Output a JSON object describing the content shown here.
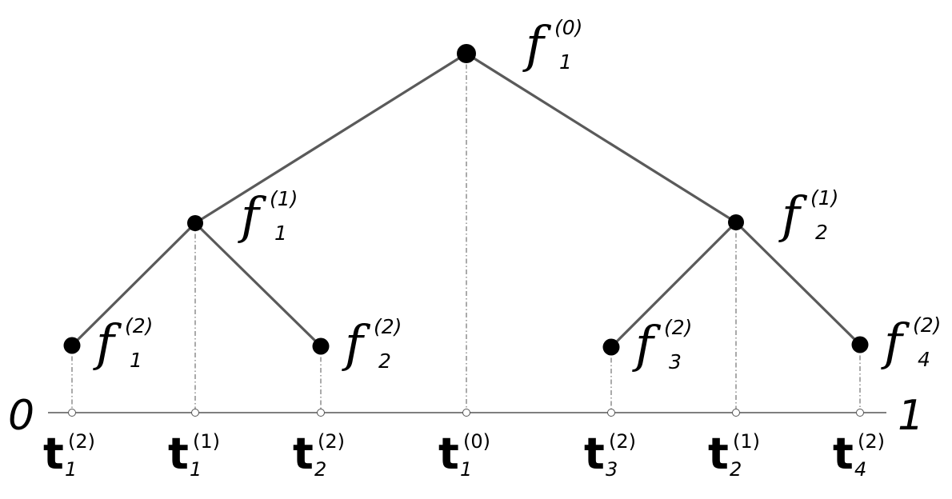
{
  "axis": {
    "start_label": "0",
    "end_label": "1"
  },
  "nodes": [
    {
      "id": "f0_1",
      "level": 0,
      "symbol": "f",
      "sup": "(0)",
      "sub": "1"
    },
    {
      "id": "f1_1",
      "level": 1,
      "symbol": "f",
      "sup": "(1)",
      "sub": "1"
    },
    {
      "id": "f1_2",
      "level": 1,
      "symbol": "f",
      "sup": "(1)",
      "sub": "2"
    },
    {
      "id": "f2_1",
      "level": 2,
      "symbol": "f",
      "sup": "(2)",
      "sub": "1"
    },
    {
      "id": "f2_2",
      "level": 2,
      "symbol": "f",
      "sup": "(2)",
      "sub": "2"
    },
    {
      "id": "f2_3",
      "level": 2,
      "symbol": "f",
      "sup": "(2)",
      "sub": "3"
    },
    {
      "id": "f2_4",
      "level": 2,
      "symbol": "f",
      "sup": "(2)",
      "sub": "4"
    }
  ],
  "edges": [
    [
      "f0_1",
      "f1_1"
    ],
    [
      "f0_1",
      "f1_2"
    ],
    [
      "f1_1",
      "f2_1"
    ],
    [
      "f1_1",
      "f2_2"
    ],
    [
      "f1_2",
      "f2_3"
    ],
    [
      "f1_2",
      "f2_4"
    ]
  ],
  "ticks": [
    {
      "symbol": "t",
      "sup": "(2)",
      "sub": "1"
    },
    {
      "symbol": "t",
      "sup": "(1)",
      "sub": "1"
    },
    {
      "symbol": "t",
      "sup": "(2)",
      "sub": "2"
    },
    {
      "symbol": "t",
      "sup": "(0)",
      "sub": "1"
    },
    {
      "symbol": "t",
      "sup": "(2)",
      "sub": "3"
    },
    {
      "symbol": "t",
      "sup": "(1)",
      "sub": "2"
    },
    {
      "symbol": "t",
      "sup": "(2)",
      "sub": "4"
    }
  ]
}
